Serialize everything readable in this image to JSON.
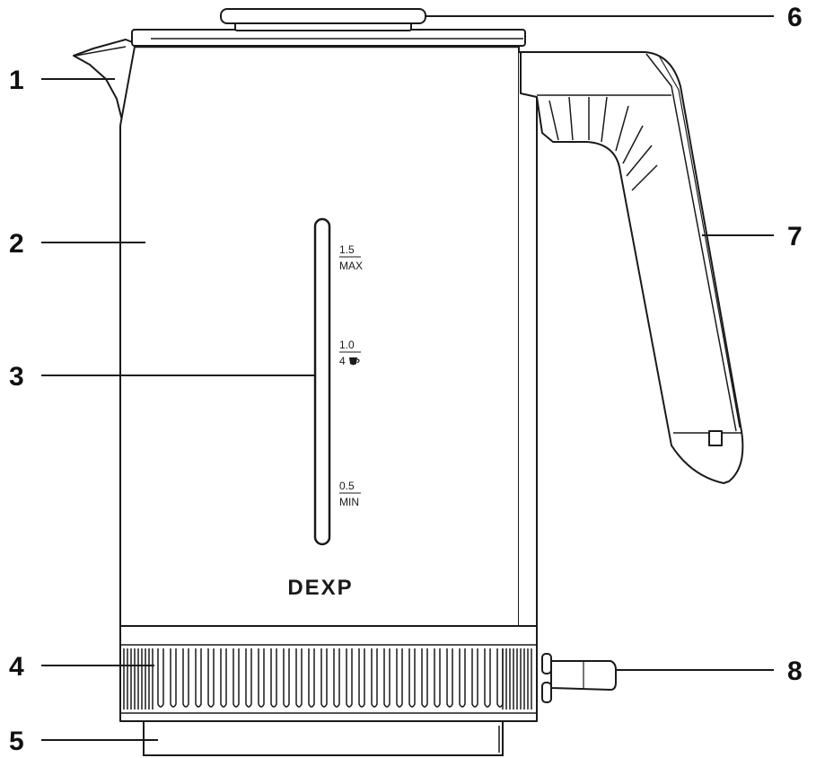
{
  "brand": "DEXP",
  "callouts": [
    "1",
    "2",
    "3",
    "4",
    "5",
    "6",
    "7",
    "8"
  ],
  "scale": {
    "max": {
      "value": "1.5",
      "label": "MAX"
    },
    "mid": {
      "value": "1.0",
      "label": "4"
    },
    "min": {
      "value": "0.5",
      "label": "MIN"
    }
  },
  "colors": {
    "outline": "#1a1a1a",
    "body_fill": "#ffffff"
  }
}
